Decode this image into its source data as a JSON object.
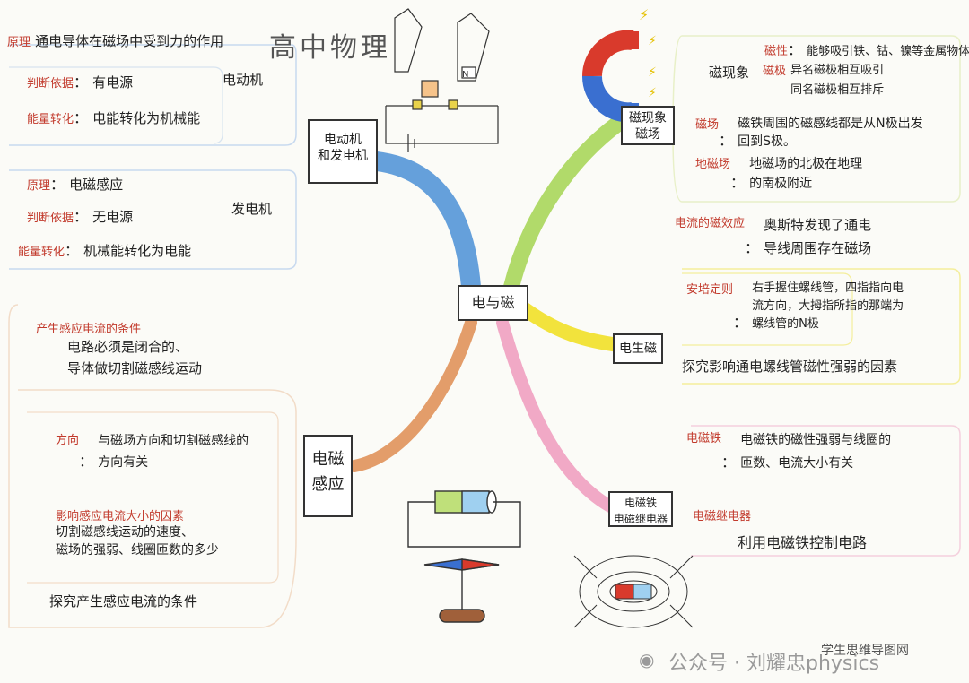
{
  "title": "高中物理",
  "center": "电与磁",
  "motor_gen": {
    "node": "电动机\n和发电机",
    "motor_label": "电动机",
    "motor_items": [
      {
        "key": "原理",
        "text": "通电导体在磁场中受到力的作用"
      },
      {
        "key": "判断依据",
        "text": "有电源"
      },
      {
        "key": "能量转化",
        "text": "电能转化为机械能"
      }
    ],
    "gen_label": "发电机",
    "gen_items": [
      {
        "key": "原理",
        "text": "电磁感应"
      },
      {
        "key": "判断依据",
        "text": "无电源"
      },
      {
        "key": "能量转化",
        "text": "机械能转化为电能"
      }
    ]
  },
  "magnetism": {
    "node": "磁现象\n磁场",
    "group_label": "磁现象",
    "items": [
      {
        "key": "磁性",
        "text": "能够吸引铁、钴、镍等金属物体"
      },
      {
        "key": "磁极",
        "text": "异名磁极相互吸引\n同名磁极相互排斥"
      },
      {
        "key": "磁场",
        "text": "磁铁周围的磁感线都是从N极出发\n回到S极。"
      },
      {
        "key": "地磁场",
        "text": "地磁场的北极在地理\n的南极附近"
      }
    ]
  },
  "current_field": {
    "node": "电生磁",
    "oersted_key": "电流的磁效应",
    "oersted_text": "奥斯特发现了通电\n导线周围存在磁场",
    "ampere_key": "安培定则",
    "ampere_text": "右手握住螺线管，四指指向电\n流方向，大拇指所指的那端为\n螺线管的N极",
    "explore": "探究影响通电螺线管磁性强弱的因素"
  },
  "induction": {
    "node": "电磁\n感应",
    "cond_key": "产生感应电流的条件",
    "cond_text": "电路必须是闭合的、\n导体做切割磁感线运动",
    "dir_key": "方向",
    "dir_text": "与磁场方向和切割磁感线的\n方向有关",
    "factor_key": "影响感应电流大小的因素",
    "factor_text": "切割磁感线运动的速度、\n磁场的强弱、线圈匝数的多少",
    "explore": "探究产生感应电流的条件"
  },
  "electromagnet": {
    "node": "电磁铁\n电磁继电器",
    "em_key": "电磁铁",
    "em_text": "电磁铁的磁性强弱与线圈的\n匝数、电流大小有关",
    "relay_key": "电磁继电器",
    "relay_text": "利用电磁铁控制电路"
  },
  "watermark": {
    "account": "公众号 · 刘耀忠physics",
    "corner": "学生思维导图网"
  },
  "colors": {
    "blue": "#4a8fd6",
    "green": "#a8d65a",
    "yellow": "#f2e33c",
    "orange": "#e0925a",
    "pink": "#f0a0c0"
  }
}
